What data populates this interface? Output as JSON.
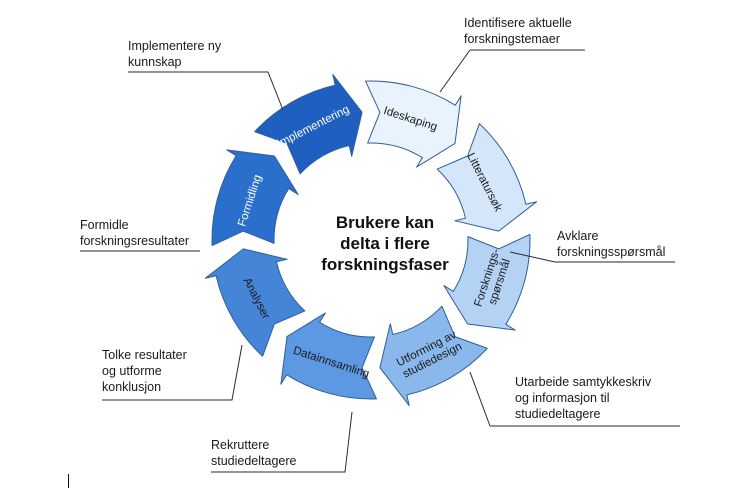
{
  "diagram": {
    "center_title": [
      "Brukere kan",
      "delta i flere",
      "forskningsfaser"
    ],
    "phases": [
      {
        "id": "ideskaping",
        "label": [
          "Ideskaping"
        ],
        "fill": "#e9f3fd",
        "text_color": "#1a1a1a"
      },
      {
        "id": "litteratursok",
        "label": [
          "Litteratursøk"
        ],
        "fill": "#d3e6fa",
        "text_color": "#1a1a1a"
      },
      {
        "id": "forskningssporsmal",
        "label": [
          "Forsknings-",
          "spørsmål"
        ],
        "fill": "#b4d2f4",
        "text_color": "#1a1a1a"
      },
      {
        "id": "utforming",
        "label": [
          "Utforming av",
          "studiedesign"
        ],
        "fill": "#8ab8ec",
        "text_color": "#1a1a1a"
      },
      {
        "id": "datainnsamling",
        "label": [
          "Datainnsamling"
        ],
        "fill": "#5c99e2",
        "text_color": "#1a1a1a"
      },
      {
        "id": "analyser",
        "label": [
          "Analyser"
        ],
        "fill": "#4585d8",
        "text_color": "#1a1a1a"
      },
      {
        "id": "formidling",
        "label": [
          "Formidling"
        ],
        "fill": "#2b6fcc",
        "text_color": "#ffffff"
      },
      {
        "id": "implementering",
        "label": [
          "Implementering"
        ],
        "fill": "#1f5fbf",
        "text_color": "#ffffff"
      }
    ],
    "annotations": [
      {
        "id": "implementere",
        "lines": [
          "Implementere ny",
          "kunnskap"
        ]
      },
      {
        "id": "identifisere",
        "lines": [
          "Identifisere aktuelle",
          "forskningstemaer"
        ]
      },
      {
        "id": "avklare",
        "lines": [
          "Avklare",
          "forskningsspørsmål"
        ]
      },
      {
        "id": "utarbeide",
        "lines": [
          "Utarbeide samtykkeskriv",
          "og informasjon til",
          "studiedeltagere"
        ]
      },
      {
        "id": "rekruttere",
        "lines": [
          "Rekruttere",
          "studiedeltagere"
        ]
      },
      {
        "id": "tolke",
        "lines": [
          "Tolke resultater",
          "og utforme",
          "konklusjon"
        ]
      },
      {
        "id": "formidle",
        "lines": [
          "Formidle",
          "forskningsresultater"
        ]
      }
    ],
    "stroke_color": "#2f5f9a",
    "leader_color": "#2a2a2a"
  }
}
